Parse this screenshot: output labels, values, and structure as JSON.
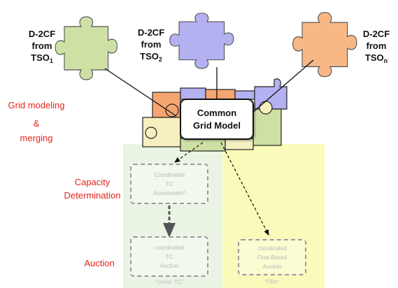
{
  "sources": [
    {
      "line1": "D-2CF",
      "line2": "from",
      "line3_base": "TSO",
      "line3_sub": "1"
    },
    {
      "line1": "D-2CF",
      "line2": "from",
      "line3_base": "TSO",
      "line3_sub": "2"
    },
    {
      "line1": "D-2CF",
      "line2": "from",
      "line3_base": "TSO",
      "line3_sub": "n"
    }
  ],
  "stages": {
    "grid_modeling": {
      "line1": "Grid modeling",
      "line2": "&",
      "line3": "merging"
    },
    "capacity": {
      "line1": "Capacity",
      "line2": "Determination"
    },
    "auction": "Auction"
  },
  "common_grid_model": {
    "line1": "Common",
    "line2": "Grid Model"
  },
  "faint_boxes": {
    "tc_assessment": [
      "Coordinated",
      "TC",
      "Assessment*"
    ],
    "tc_auction": [
      "coordinated",
      "TC",
      "Auction"
    ],
    "tc_auction_note": "\"coord. TC\"",
    "fb_auction": [
      "coordinated",
      "Flow-Based",
      "Auction"
    ],
    "fb_auction_note": "\"FBA\""
  },
  "colors": {
    "green_piece": "#cfe0a5",
    "violet_piece": "#b3b1f0",
    "orange_piece": "#f8b886",
    "cream_piece": "#f6f0c0",
    "green_band": "#eaf4e4",
    "yellow_band": "#fafbba",
    "stage_text": "#e4231b",
    "outline": "#222222"
  },
  "icons": {
    "tso1": "green-puzzle-piece",
    "tso2": "violet-puzzle-piece",
    "tson": "orange-puzzle-piece",
    "cluster": "merged-puzzle-cluster"
  }
}
